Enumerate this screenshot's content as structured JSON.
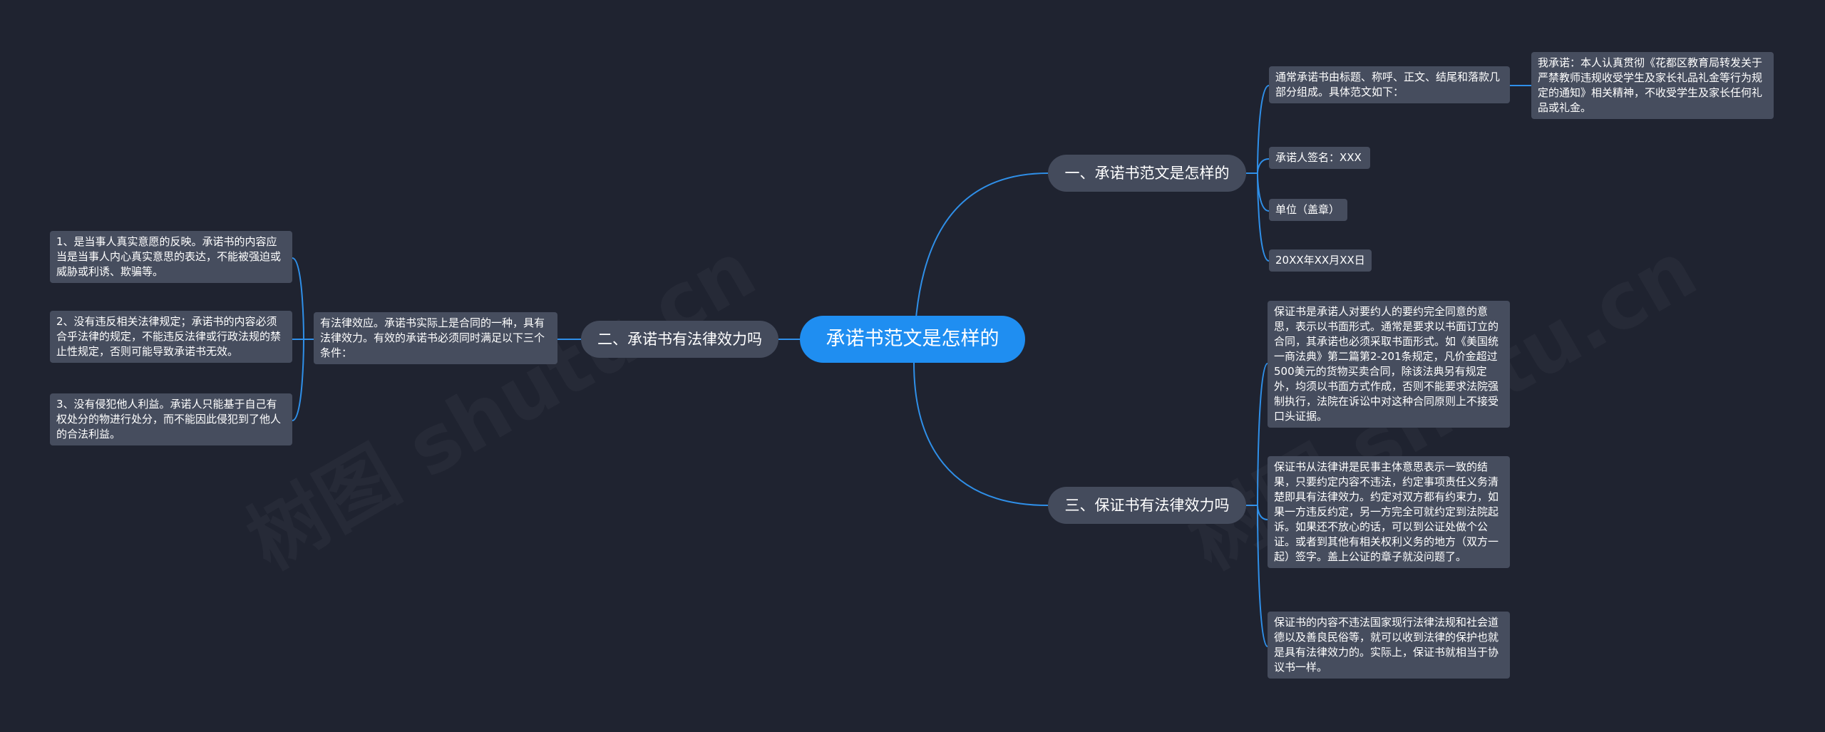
{
  "root": {
    "label": "承诺书范文是怎样的"
  },
  "branches": {
    "b1": {
      "label": "一、承诺书范文是怎样的"
    },
    "b2": {
      "label": "二、承诺书有法律效力吗"
    },
    "b3": {
      "label": "三、保证书有法律效力吗"
    }
  },
  "leaves": {
    "b1_intro": "通常承诺书由标题、称呼、正文、结尾和落款几部分组成。具体范文如下：",
    "b1_example": "我承诺：本人认真贯彻《花都区教育局转发关于严禁教师违规收受学生及家长礼品礼金等行为规定的通知》相关精神，不收受学生及家长任何礼品或礼金。",
    "b1_signature": "承诺人签名：XXX",
    "b1_unit": "单位（盖章）",
    "b1_date": "20XX年XX月XX日",
    "b2_main": "有法律效应。承诺书实际上是合同的一种，具有法律效力。有效的承诺书必须同时满足以下三个条件：",
    "b2_c1": "1、是当事人真实意愿的反映。承诺书的内容应当是当事人内心真实意思的表达，不能被强迫或威胁或利诱、欺骗等。",
    "b2_c2": "2、没有违反相关法律规定；承诺书的内容必须合乎法律的规定，不能违反法律或行政法规的禁止性规定，否则可能导致承诺书无效。",
    "b2_c3": "3、没有侵犯他人利益。承诺人只能基于自己有权处分的物进行处分，而不能因此侵犯到了他人的合法利益。",
    "b3_l1": "保证书是承诺人对要约人的要约完全同意的意思，表示以书面形式。通常是要求以书面订立的合同，其承诺也必须采取书面形式。如《美国统一商法典》第二篇第2-201条规定，凡价金超过500美元的货物买卖合同，除该法典另有规定外，均须以书面方式作成，否则不能要求法院强制执行，法院在诉讼中对这种合同原则上不接受口头证据。",
    "b3_l2": "保证书从法律讲是民事主体意思表示一致的结果，只要约定内容不违法，约定事项责任义务清楚即具有法律效力。约定对双方都有约束力，如果一方违反约定，另一方完全可就约定到法院起诉。如果还不放心的话，可以到公证处做个公证。或者到其他有相关权利义务的地方（双方一起）签字。盖上公证的章子就没问题了。",
    "b3_l3": "保证书的内容不违法国家现行法律法规和社会道德以及善良民俗等，就可以收到法律的保护也就是具有法律效力的。实际上，保证书就相当于协议书一样。"
  },
  "colors": {
    "background": "#1f2330",
    "root": "#1f8ef1",
    "connector": "#2f8fe8",
    "node": "#464d5e"
  }
}
